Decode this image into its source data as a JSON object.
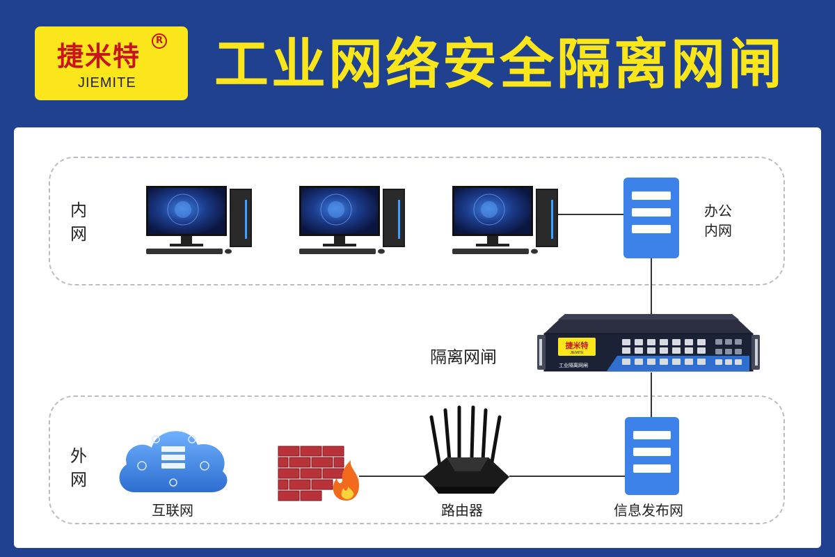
{
  "header": {
    "logo_cn": "捷米特",
    "logo_reg": "R",
    "logo_en": "JIEMITE",
    "title": "工业网络安全隔离网闸"
  },
  "inner_zone": {
    "label_line1": "内",
    "label_line2": "网",
    "server_label_line1": "办公",
    "server_label_line2": "内网"
  },
  "gateway": {
    "label": "隔离网闸",
    "device_text": "工业隔离网闸",
    "device_logo": "捷米特",
    "device_logo_en": "JIEMITE"
  },
  "outer_zone": {
    "label_line1": "外",
    "label_line2": "网",
    "internet_label": "互联网",
    "router_label": "路由器",
    "server_label": "信息发布网"
  },
  "colors": {
    "background": "#1f4190",
    "title": "#fbe61c",
    "logo_bg": "#fbe61c",
    "logo_text": "#c8141c",
    "server": "#3d82e8",
    "cloud": "#4a8fdc"
  }
}
